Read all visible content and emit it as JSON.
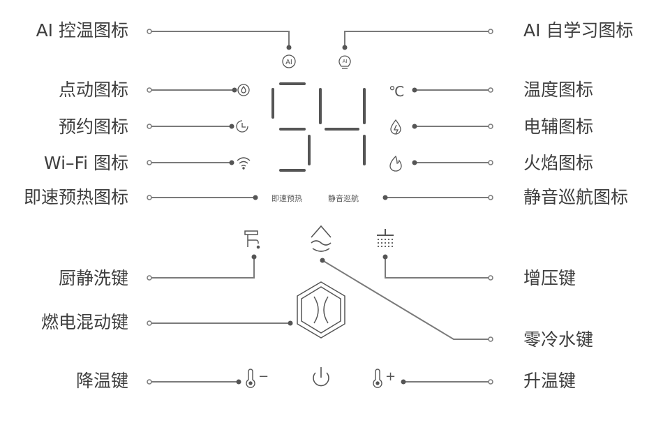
{
  "display": {
    "temperature": "54",
    "unit": "℃"
  },
  "indicators": {
    "instant_preheat": "即速预热",
    "silent_cruise": "静音巡航"
  },
  "labels": {
    "ai_temp_icon": "AI 控温图标",
    "ai_learn_icon": "AI 自学习图标",
    "dot_icon": "点动图标",
    "temp_icon": "温度图标",
    "schedule_icon": "预约图标",
    "electric_icon": "电辅图标",
    "wifi_icon": "Wi–Fi 图标",
    "flame_icon": "火焰图标",
    "instant_preheat_icon": "即速预热图标",
    "silent_cruise_icon": "静音巡航图标",
    "kitchen_wash_key": "厨静洗键",
    "boost_key": "增压键",
    "hybrid_key": "燃电混动键",
    "zero_cold_key": "零冷水键",
    "temp_down_key": "降温键",
    "temp_up_key": "升温键"
  },
  "icons": {
    "ai": "AI",
    "ai_learn": "AI",
    "minus": "−",
    "plus": "+"
  },
  "colors": {
    "line": "#7a7a7a",
    "icon": "#555555",
    "text": "#3e3e3e"
  }
}
